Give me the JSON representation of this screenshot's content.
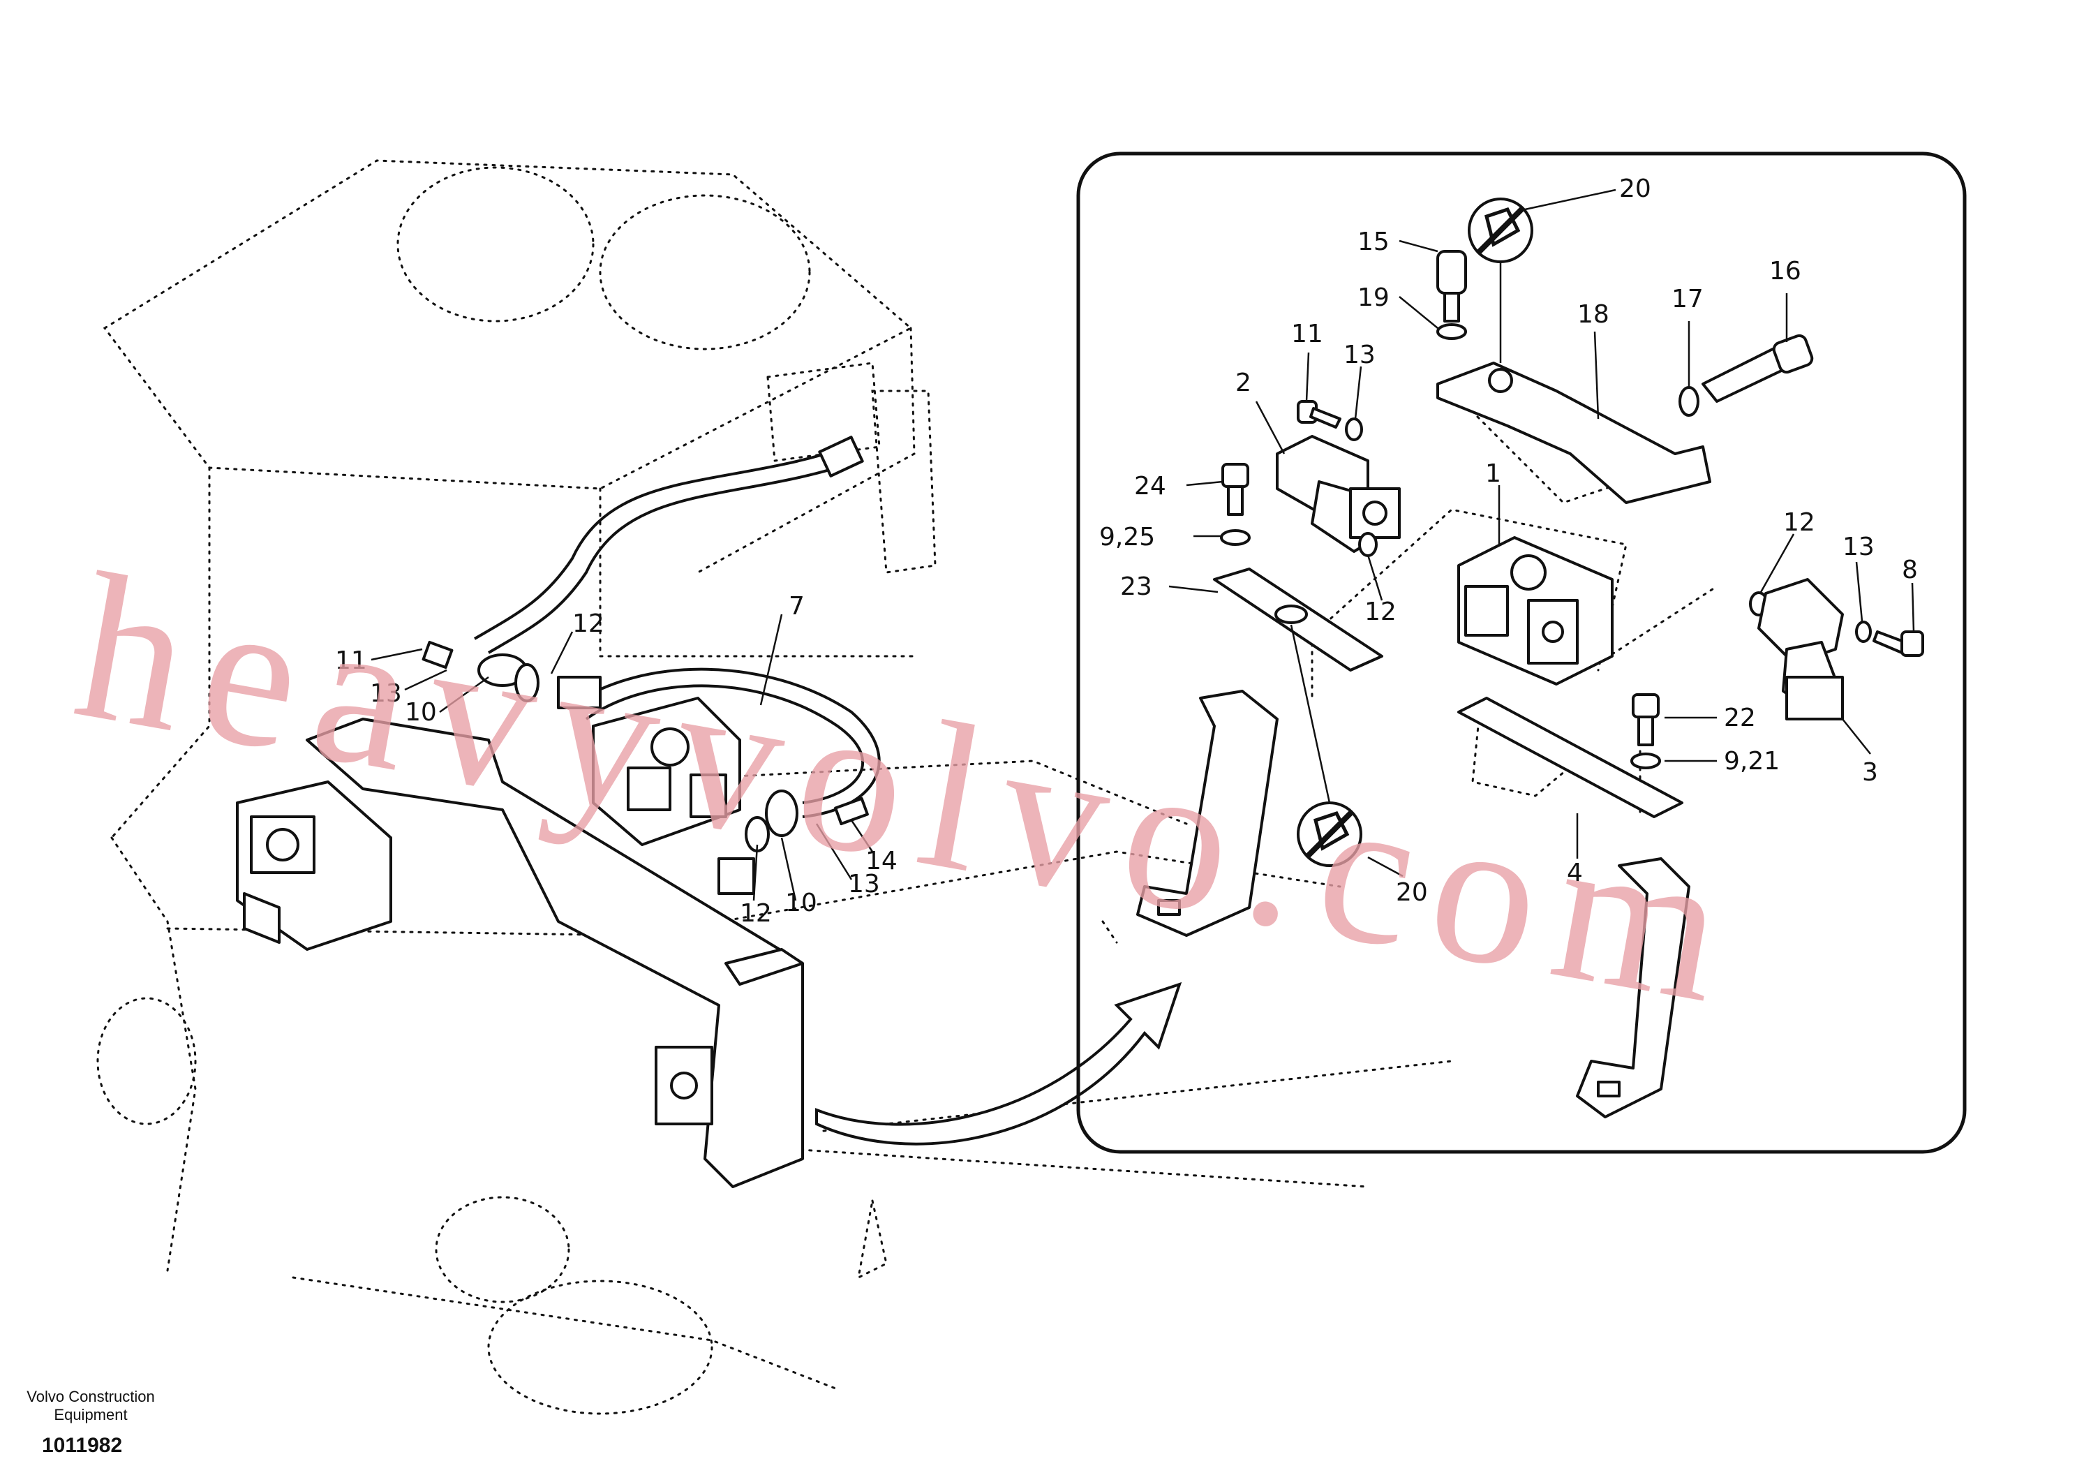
{
  "callouts": {
    "left": [
      "7",
      "11",
      "12",
      "13",
      "10",
      "14",
      "13",
      "12",
      "10"
    ],
    "right": [
      "20",
      "15",
      "19",
      "11",
      "13",
      "2",
      "16",
      "17",
      "18",
      "24",
      "9,25",
      "1",
      "23",
      "12",
      "12",
      "13",
      "8",
      "22",
      "9,21",
      "3",
      "4",
      "20"
    ]
  },
  "footer": {
    "company_line1": "Volvo Construction",
    "company_line2": "Equipment",
    "doc_id": "1011982"
  },
  "watermark": "heavyvolvo.com"
}
